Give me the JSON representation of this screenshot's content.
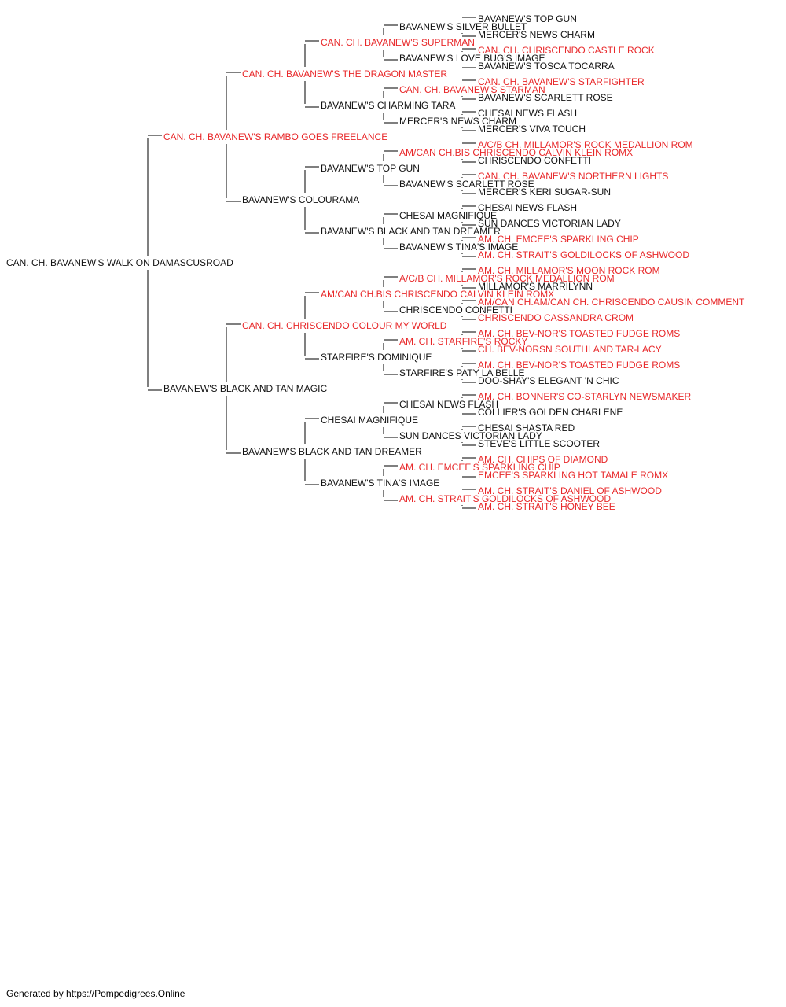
{
  "colors": {
    "champion": "#e8282a",
    "normal": "#111111",
    "line": "#555555"
  },
  "pedigree": {
    "name": "CAN. CH. BAVANEW'S WALK ON DAMASCUSROAD",
    "champion": false,
    "sire": {
      "name": "CAN. CH. BAVANEW'S RAMBO GOES FREELANCE",
      "champion": true,
      "sire": {
        "name": "CAN. CH. BAVANEW'S THE DRAGON MASTER",
        "champion": true,
        "sire": {
          "name": "CAN. CH. BAVANEW'S SUPERMAN",
          "champion": true,
          "sire": {
            "name": "BAVANEW'S SILVER BULLET",
            "champion": false,
            "sire": {
              "name": "BAVANEW'S TOP GUN",
              "champion": false
            },
            "dam": {
              "name": "MERCER'S NEWS CHARM",
              "champion": false
            }
          },
          "dam": {
            "name": "BAVANEW'S LOVE BUG'S IMAGE",
            "champion": false,
            "sire": {
              "name": "CAN. CH. CHRISCENDO CASTLE ROCK",
              "champion": true
            },
            "dam": {
              "name": "BAVANEW'S TOSCA TOCARRA",
              "champion": false
            }
          }
        },
        "dam": {
          "name": "BAVANEW'S CHARMING TARA",
          "champion": false,
          "sire": {
            "name": "CAN. CH. BAVANEW'S STARMAN",
            "champion": true,
            "sire": {
              "name": "CAN. CH. BAVANEW'S STARFIGHTER",
              "champion": true
            },
            "dam": {
              "name": "BAVANEW'S SCARLETT ROSE",
              "champion": false
            }
          },
          "dam": {
            "name": "MERCER'S NEWS CHARM",
            "champion": false,
            "sire": {
              "name": "CHESAI NEWS FLASH",
              "champion": false
            },
            "dam": {
              "name": "MERCER'S VIVA TOUCH",
              "champion": false
            }
          }
        }
      },
      "dam": {
        "name": "BAVANEW'S COLOURAMA",
        "champion": false,
        "sire": {
          "name": "BAVANEW'S TOP GUN",
          "champion": false,
          "sire": {
            "name": "AM/CAN CH.BIS CHRISCENDO CALVIN KLEIN ROMX",
            "champion": true,
            "sire": {
              "name": "A/C/B CH. MILLAMOR'S ROCK MEDALLION ROM",
              "champion": true
            },
            "dam": {
              "name": "CHRISCENDO CONFETTI",
              "champion": false
            }
          },
          "dam": {
            "name": "BAVANEW'S SCARLETT ROSE",
            "champion": false,
            "sire": {
              "name": "CAN. CH. BAVANEW'S NORTHERN LIGHTS",
              "champion": true
            },
            "dam": {
              "name": "MERCER'S KERI SUGAR-SUN",
              "champion": false
            }
          }
        },
        "dam": {
          "name": "BAVANEW'S BLACK AND TAN DREAMER",
          "champion": false,
          "sire": {
            "name": "CHESAI MAGNIFIQUE",
            "champion": false,
            "sire": {
              "name": "CHESAI NEWS FLASH",
              "champion": false
            },
            "dam": {
              "name": "SUN DANCES VICTORIAN LADY",
              "champion": false
            }
          },
          "dam": {
            "name": "BAVANEW'S TINA'S IMAGE",
            "champion": false,
            "sire": {
              "name": "AM. CH. EMCEE'S SPARKLING CHIP",
              "champion": true
            },
            "dam": {
              "name": "AM. CH. STRAIT'S GOLDILOCKS OF ASHWOOD",
              "champion": true
            }
          }
        }
      }
    },
    "dam": {
      "name": "BAVANEW'S BLACK AND TAN MAGIC",
      "champion": false,
      "sire": {
        "name": "CAN. CH. CHRISCENDO COLOUR MY WORLD",
        "champion": true,
        "sire": {
          "name": "AM/CAN CH.BIS CHRISCENDO CALVIN KLEIN ROMX",
          "champion": true,
          "sire": {
            "name": "A/C/B CH. MILLAMOR'S ROCK MEDALLION ROM",
            "champion": true,
            "sire": {
              "name": "AM. CH. MILLAMOR'S MOON ROCK ROM",
              "champion": true
            },
            "dam": {
              "name": "MILLAMOR'S MARRILYNN",
              "champion": false
            }
          },
          "dam": {
            "name": "CHRISCENDO CONFETTI",
            "champion": false,
            "sire": {
              "name": "AM/CAN CH.AM/CAN CH. CHRISCENDO CAUSIN COMMENT",
              "champion": true
            },
            "dam": {
              "name": "CHRISCENDO CASSANDRA CROM",
              "champion": true
            }
          }
        },
        "dam": {
          "name": "STARFIRE'S DOMINIQUE",
          "champion": false,
          "sire": {
            "name": "AM. CH. STARFIRE'S ROCKY",
            "champion": true,
            "sire": {
              "name": "AM. CH. BEV-NOR'S TOASTED FUDGE ROMS",
              "champion": true
            },
            "dam": {
              "name": "CH. BEV-NORSN SOUTHLAND TAR-LACY",
              "champion": true
            }
          },
          "dam": {
            "name": "STARFIRE'S PATY LA BELLE",
            "champion": false,
            "sire": {
              "name": "AM. CH. BEV-NOR'S TOASTED FUDGE ROMS",
              "champion": true
            },
            "dam": {
              "name": "DOO-SHAY'S ELEGANT 'N CHIC",
              "champion": false
            }
          }
        }
      },
      "dam": {
        "name": "BAVANEW'S BLACK AND TAN DREAMER",
        "champion": false,
        "sire": {
          "name": "CHESAI MAGNIFIQUE",
          "champion": false,
          "sire": {
            "name": "CHESAI NEWS FLASH",
            "champion": false,
            "sire": {
              "name": "AM. CH. BONNER'S CO-STARLYN NEWSMAKER",
              "champion": true
            },
            "dam": {
              "name": "COLLIER'S GOLDEN CHARLENE",
              "champion": false
            }
          },
          "dam": {
            "name": "SUN DANCES VICTORIAN LADY",
            "champion": false,
            "sire": {
              "name": "CHESAI SHASTA RED",
              "champion": false
            },
            "dam": {
              "name": "STEVE'S LITTLE SCOOTER",
              "champion": false
            }
          }
        },
        "dam": {
          "name": "BAVANEW'S TINA'S IMAGE",
          "champion": false,
          "sire": {
            "name": "AM. CH. EMCEE'S SPARKLING CHIP",
            "champion": true,
            "sire": {
              "name": "AM. CH. CHIPS OF DIAMOND",
              "champion": true
            },
            "dam": {
              "name": "EMCEE'S SPARKLING HOT TAMALE ROMX",
              "champion": true
            }
          },
          "dam": {
            "name": "AM. CH. STRAIT'S GOLDILOCKS OF ASHWOOD",
            "champion": true,
            "sire": {
              "name": "AM. CH. STRAIT'S DANIEL OF ASHWOOD",
              "champion": true
            },
            "dam": {
              "name": "AM. CH. STRAIT'S HONEY BEE",
              "champion": true
            }
          }
        }
      }
    }
  },
  "footer": "Generated by https://Pompedigrees.Online"
}
